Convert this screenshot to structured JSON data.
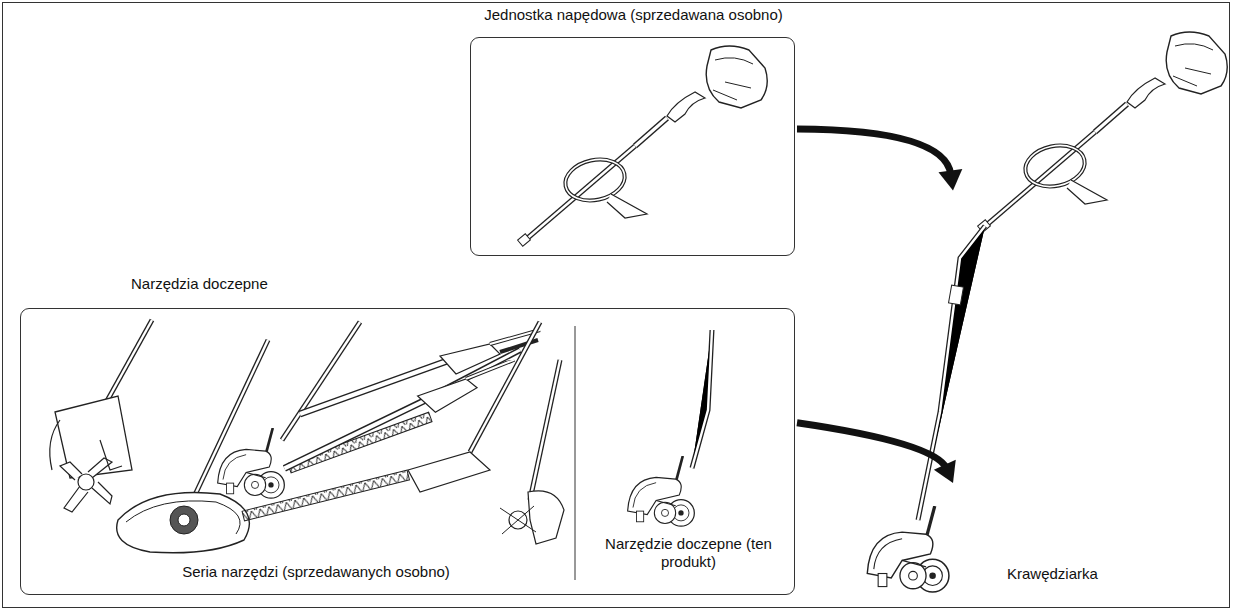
{
  "diagram": {
    "nodes": [
      {
        "text": [
          "Jednostka napędowa (sprzedawana osobno)"
        ]
      },
      {
        "text": [
          "Narzędzia doczepne",
          "Seria narzędzi (sprzedawanych osobno)",
          "Narzędzie doczepne (ten produkt)"
        ]
      },
      {
        "text": [
          "Krawędziarka"
        ]
      }
    ],
    "edges": [
      {
        "from": 0,
        "to": 2,
        "arrow": "to"
      },
      {
        "from": 1,
        "to": 2,
        "arrow": "to"
      }
    ]
  }
}
